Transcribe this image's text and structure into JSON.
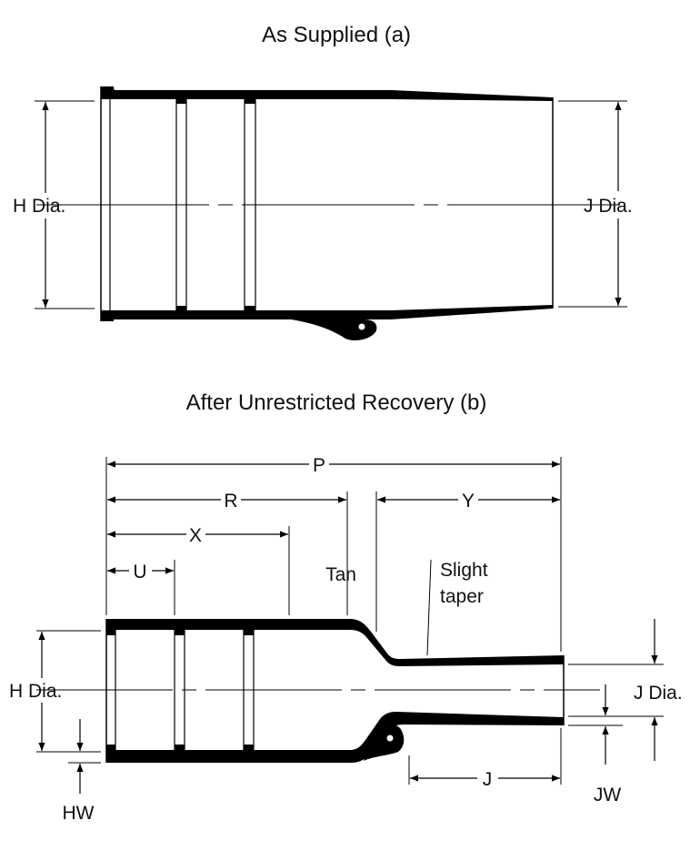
{
  "figure_a": {
    "title": "As Supplied (a)",
    "h_label": "H Dia.",
    "j_label": "J Dia."
  },
  "figure_b": {
    "title": "After Unrestricted Recovery (b)",
    "p_label": "P",
    "r_label": "R",
    "x_label": "X",
    "u_label": "U",
    "y_label": "Y",
    "tan_label": "Tan",
    "slight_taper_line1": "Slight",
    "slight_taper_line2": "taper",
    "h_label": "H Dia.",
    "j_label": "J Dia.",
    "hw_label": "HW",
    "jw_label": "JW",
    "jlen_label": "J"
  }
}
